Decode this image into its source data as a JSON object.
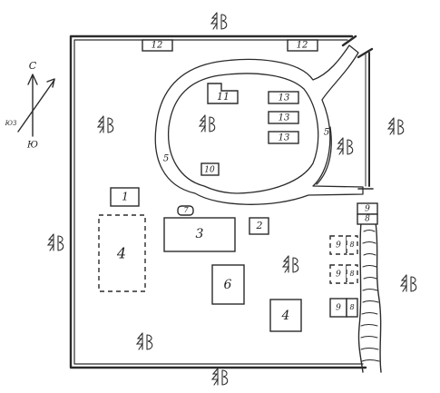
{
  "compass": {
    "north": "С",
    "south": "Ю",
    "southwest": "ЮЗ"
  },
  "labels": {
    "b1": "1",
    "b2": "2",
    "b3": "3",
    "b4_left": "4",
    "b4_bottom": "4",
    "b5_left": "5",
    "b5_right": "5",
    "b6": "6",
    "b7": "7",
    "b8_gate": "8",
    "b8_a": "8",
    "b8_b": "8",
    "b8_c": "8",
    "b9_gate": "9",
    "b9_a": "9",
    "b9_b": "9",
    "b9_c": "9",
    "b10": "10",
    "b11": "11",
    "b12_left": "12",
    "b12_right": "12",
    "b13_1": "13",
    "b13_2": "13",
    "b13_3": "13"
  },
  "colors": {
    "ink": "#2b2b2b",
    "background": "#ffffff"
  },
  "icons": [
    "tree-symbol-icon",
    "compass-arrow-icon",
    "river-hatching"
  ]
}
